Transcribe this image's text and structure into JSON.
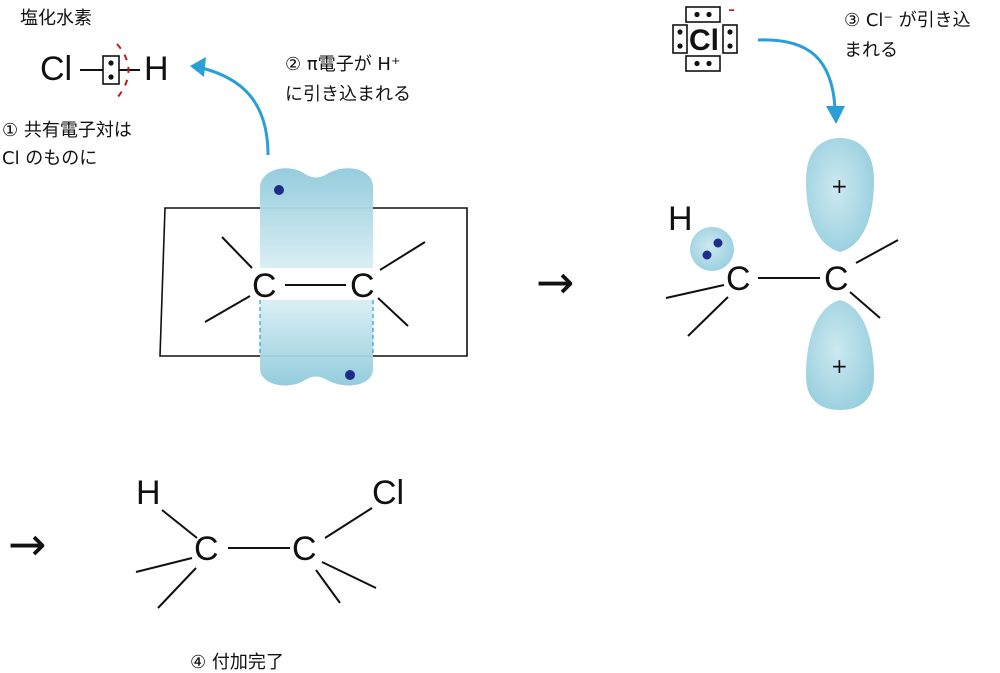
{
  "labels": {
    "hcl_name": "塩化水素",
    "step1_line1": "① 共有電子対は",
    "step1_line2": "Cl のものに",
    "step2_line1": "② π電子が H⁺",
    "step2_line2": "に引き込まれる",
    "step3_line1": "③ Cl⁻ が引き込",
    "step3_line2": "まれる",
    "step4": "④ 付加完了"
  },
  "atoms": {
    "cl": "Cl",
    "h": "H",
    "c": "C"
  },
  "symbols": {
    "reaction_arrow": "→",
    "plus": "+",
    "minus": "-"
  },
  "colors": {
    "curved_arrow": "#2a9fd6",
    "orbital_fill": "#a9d7e3",
    "electron": "#1f2d8a",
    "bond_break": "#c4161c"
  }
}
